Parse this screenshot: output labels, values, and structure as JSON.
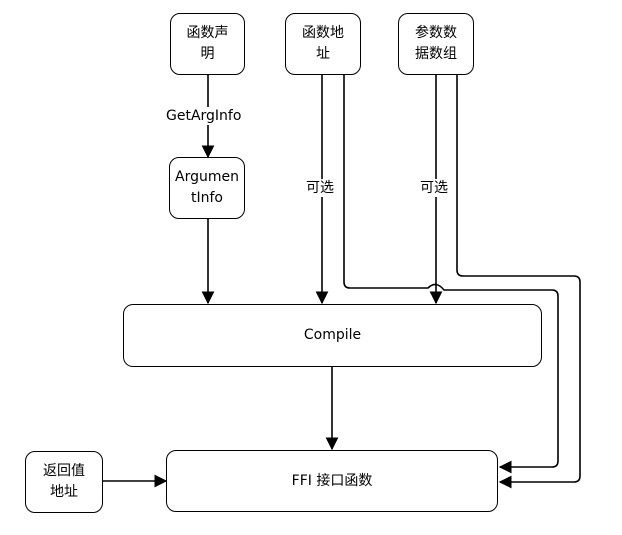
{
  "nodes": {
    "func_decl": "函数声\n明",
    "func_addr": "函数地\n址",
    "param_array": "参数数\n据数组",
    "argument_info": "Argumen\ntInfo",
    "compile": "Compile",
    "return_addr": "返回值\n地址",
    "ffi_func": "FFI 接口函数"
  },
  "edges": {
    "get_arg_info": "GetArgInfo",
    "optional_addr": "可选",
    "optional_param": "可选"
  },
  "colors": {
    "stroke": "#000000",
    "fill": "#ffffff"
  }
}
